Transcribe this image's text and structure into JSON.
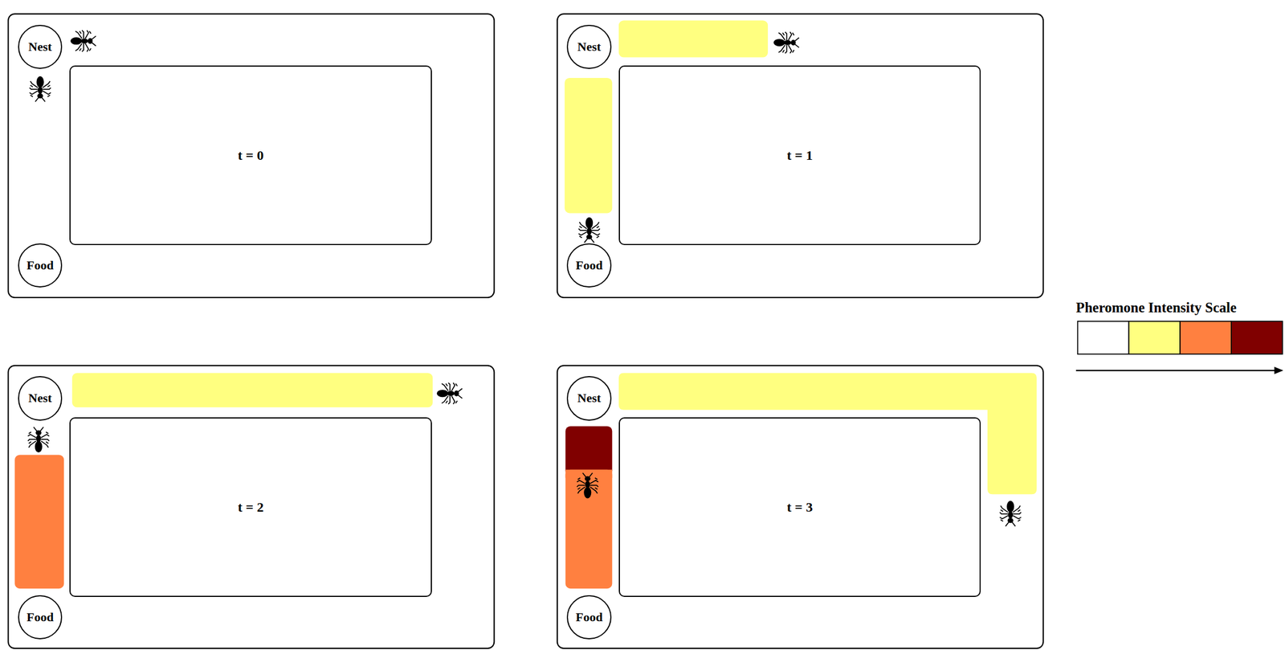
{
  "diagram": {
    "nodes": [
      {
        "text": [
          "Nest"
        ]
      },
      {
        "text": [
          "t = 0"
        ]
      },
      {
        "text": [
          "Food"
        ]
      },
      {
        "text": [
          "Nest"
        ]
      },
      {
        "text": [
          "t = 1"
        ]
      },
      {
        "text": [
          "Food"
        ]
      },
      {
        "text": [
          "Nest"
        ]
      },
      {
        "text": [
          "t = 2"
        ]
      },
      {
        "text": [
          "Food"
        ]
      },
      {
        "text": [
          "Nest"
        ]
      },
      {
        "text": [
          "t = 3"
        ]
      },
      {
        "text": [
          "Food"
        ]
      }
    ],
    "labels": [
      "Pheromone Intensity Scale"
    ]
  }
}
